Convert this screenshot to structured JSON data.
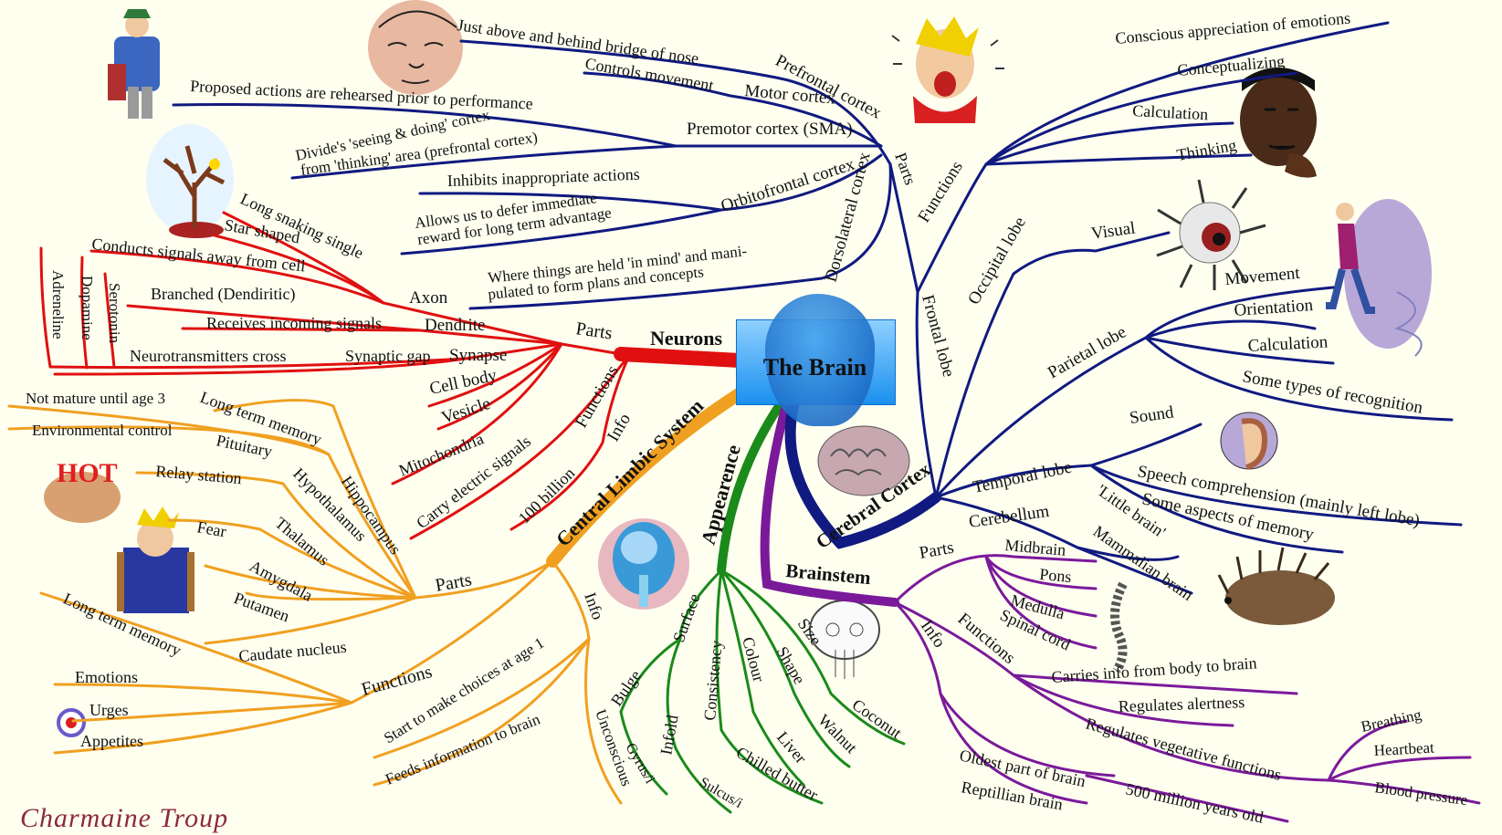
{
  "center": "The Brain",
  "author": "Charmaine Troup",
  "colors": {
    "red": "#e01010",
    "orange": "#f0a020",
    "green": "#1a8a1a",
    "purple": "#7a1a9a",
    "navy": "#101a80"
  },
  "icons": [
    "man-sitting-icon",
    "face-icon",
    "tree-icon",
    "shouting-boy-icon",
    "thinking-man-icon",
    "eyeball-icon",
    "running-man-icon",
    "ear-icon",
    "brain-icon",
    "hedgehog-icon",
    "hot-icon",
    "scared-boy-icon",
    "head-xray-icon",
    "skull-icon",
    "spine-icon",
    "target-icon"
  ],
  "branches": {
    "neurons": {
      "title": "Neurons",
      "parts_label": "Parts",
      "functions_label": "Functions",
      "info_label": "Info",
      "axon": "Axon",
      "axon_items": [
        "Long snaking single",
        "Star shaped",
        "Conducts signals away from cell"
      ],
      "dendrite": "Dendrite",
      "dendrite_items": [
        "Branched (Dendiritic)",
        "Receives incoming signals"
      ],
      "synapse": "Synapse",
      "synaptic_gap": "Synaptic gap",
      "neurotransmitters": "Neurotransmitters cross",
      "chemicals": [
        "Serotonin",
        "Dopamine",
        "Adreneline"
      ],
      "other_parts": [
        "Cell body",
        "Vesicle",
        "Mitochondria"
      ],
      "function_item": "Carry electric signals",
      "info_item": "100 billion"
    },
    "limbic": {
      "title": "Central Limbic System",
      "parts_label": "Parts",
      "parts": [
        "Hippocampus",
        "Hypothalamus",
        "Thalamus",
        "Amygdala",
        "Putamen",
        "Caudate nucleus"
      ],
      "hippocampus_items": [
        "Long term memory",
        "Not mature until age 3"
      ],
      "hypothalamus_items": [
        "Pituitary",
        "Environmental control"
      ],
      "thalamus_items": [
        "Relay station"
      ],
      "amygdala_items": [
        "Fear"
      ],
      "functions_label": "Functions",
      "functions": [
        "Long term memory",
        "Emotions",
        "Urges",
        "Appetites"
      ],
      "info_label": "Info",
      "info": [
        "Start to make choices at age 1",
        "Feeds information to brain",
        "Unconscious"
      ]
    },
    "appearence": {
      "title": "Appearence",
      "surface_label": "Surface",
      "surface": [
        "Bulge",
        "Gyrus/i",
        "Infold",
        "Sulcus/i"
      ],
      "consistency_label": "Consistency",
      "consistency": [
        "Chilled butter"
      ],
      "colour_label": "Colour",
      "colour": [
        "Liver"
      ],
      "shape_label": "Shape",
      "shape": [
        "Walnut"
      ],
      "size_label": "Size",
      "size": [
        "Coconut"
      ]
    },
    "brainstem": {
      "title": "Brainstem",
      "parts_label": "Parts",
      "parts": [
        "Midbrain",
        "Pons",
        "Medulla",
        "Spinal cord"
      ],
      "functions_label": "Functions",
      "functions": [
        "Carries info from body to brain",
        "Regulates alertness",
        "Regulates vegetative functions"
      ],
      "vegetative": [
        "Breathing",
        "Heartbeat",
        "Blood pressure"
      ],
      "info_label": "Info",
      "info": [
        "Oldest part of brain",
        "500 million years old",
        "Reptillian brain"
      ]
    },
    "cortex": {
      "title": "Cerebral Cortex",
      "cerebellum": "Cerebellum",
      "cerebellum_items": [
        "'Little brain'",
        "Mammalian brain"
      ],
      "temporal": "Temporal lobe",
      "temporal_items": [
        "Sound",
        "Speech comprehension (mainly left lobe)",
        "Some aspects of memory"
      ],
      "parietal": "Parietal lobe",
      "parietal_items": [
        "Movement",
        "Orientation",
        "Calculation",
        "Some types of recognition"
      ],
      "occipital": "Occipital lobe",
      "visual": "Visual",
      "frontal": "Frontal lobe",
      "functions_label": "Functions",
      "functions": [
        "Conscious appreciation of emotions",
        "Conceptualizing",
        "Calculation",
        "Thinking"
      ],
      "parts_label": "Parts",
      "prefrontal": "Prefrontal cortex",
      "prefrontal_item": "Just above and behind bridge of nose",
      "motor": "Motor cortex",
      "motor_item": "Controls movement",
      "premotor": "Premotor cortex (SMA)",
      "premotor_items": [
        "Proposed actions are rehearsed prior to performance",
        "Divide's 'seeing & doing' cortex",
        "from 'thinking' area (prefrontal cortex)"
      ],
      "orbitofrontal": "Orbitofrontal cortex",
      "orbitofrontal_items": [
        "Inhibits inappropriate actions",
        "Allows us to defer immediate",
        "reward for long term advantage"
      ],
      "dorsolateral": "Dorsolateral cortex",
      "dorsolateral_items": [
        "Where things are held 'in mind' and mani-",
        "pulated to form plans and concepts"
      ]
    }
  }
}
